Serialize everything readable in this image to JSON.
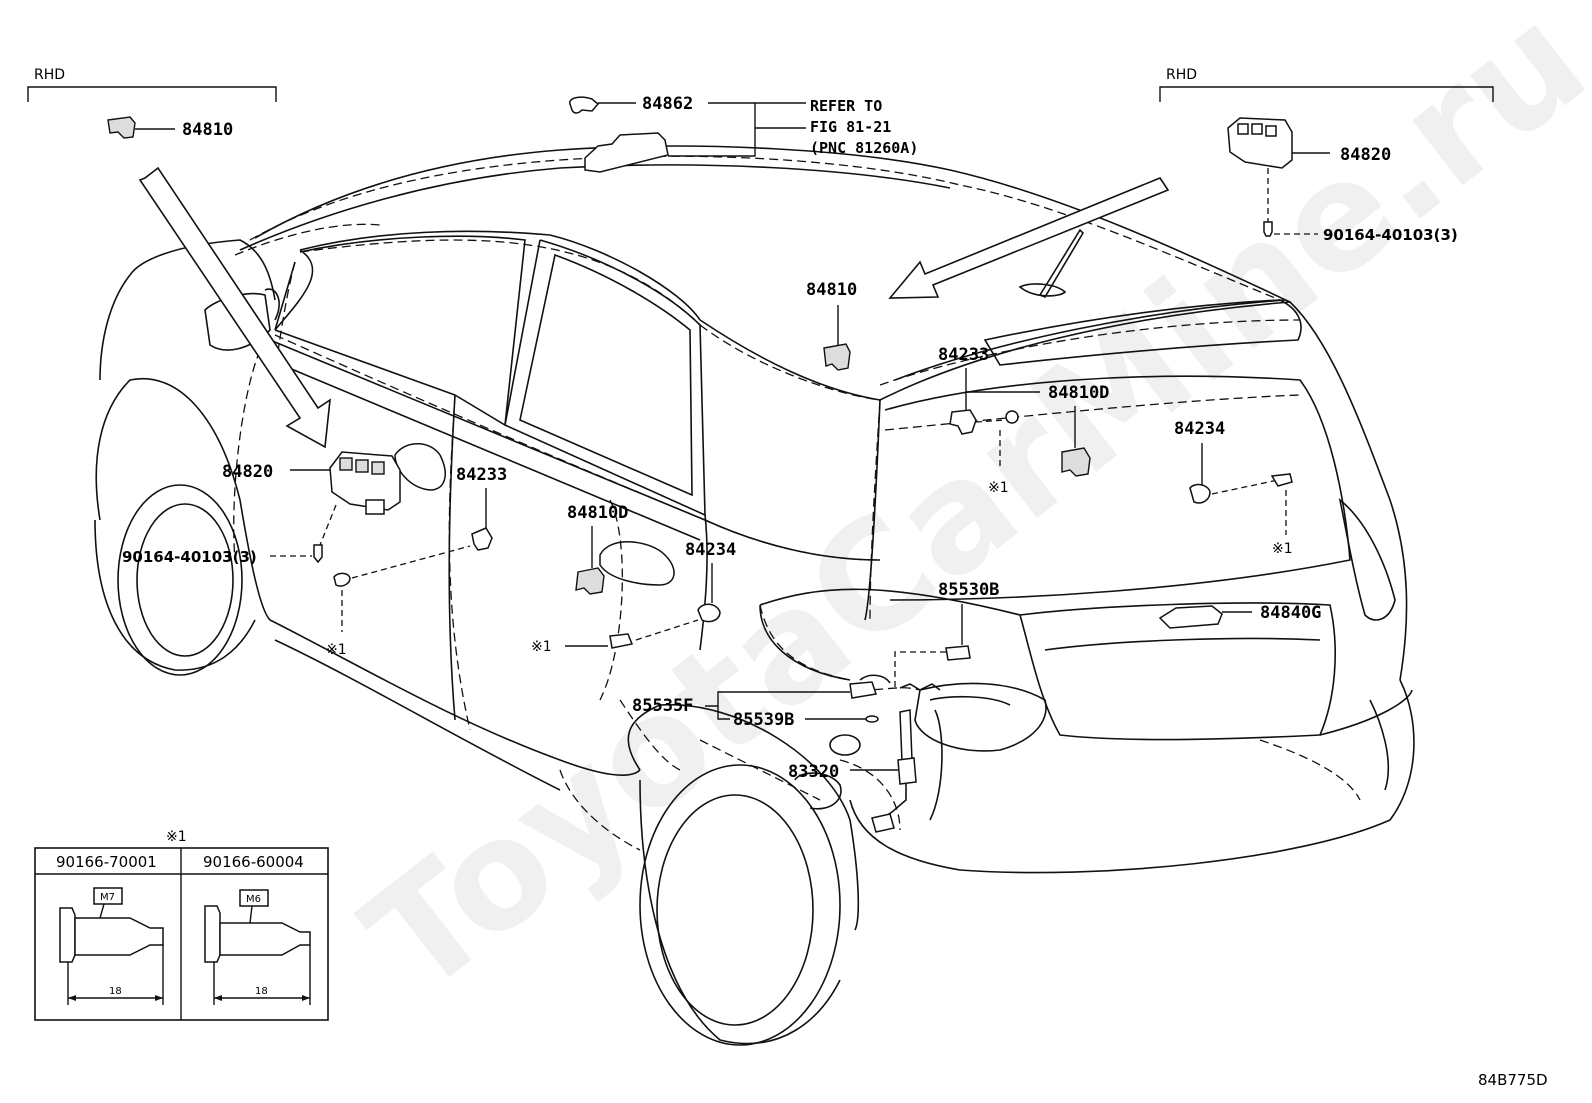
{
  "watermark": "ToyotaCarMine.ru",
  "diagram_code": "84B775D",
  "rhd_left": "RHD",
  "rhd_right": "RHD",
  "refer_note": {
    "line1": "REFER TO",
    "line2": "FIG 81-21",
    "line3": "(PNC 81260A)"
  },
  "parts": {
    "p84862": "84862",
    "p84810_top_left": "84810",
    "p84820_top_right": "84820",
    "p90164_top_right": "90164-40103(3)",
    "p84810_roof": "84810",
    "p84233_rear": "84233",
    "p84810D_rear": "84810D",
    "p84234_rear": "84234",
    "p84820_door": "84820",
    "p84233_door": "84233",
    "p90164_door": "90164-40103(3)",
    "p84810D_door": "84810D",
    "p84234_door": "84234",
    "p85530B": "85530B",
    "p84840G": "84840G",
    "p85535F": "85535F",
    "p85539B": "85539B",
    "p83320": "83320"
  },
  "ref_marks": {
    "m1": "※1",
    "m2": "※1",
    "m3": "※1",
    "m4": "※1",
    "table_mark": "※1"
  },
  "bolt_table": {
    "col1_part": "90166-70001",
    "col1_size": "M7",
    "col1_length": "18",
    "col2_part": "90166-60004",
    "col2_size": "M6",
    "col2_length": "18"
  }
}
